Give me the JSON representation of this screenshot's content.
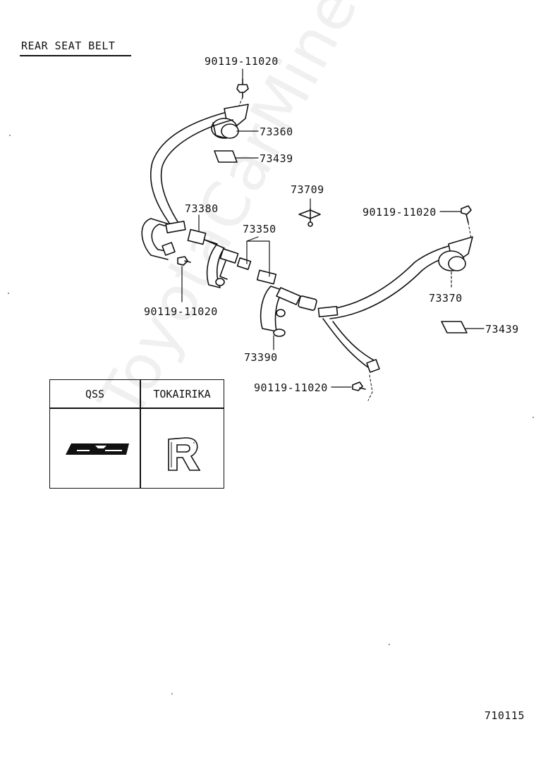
{
  "title": "REAR SEAT BELT",
  "watermark": "ToyotaCarMine.ru",
  "callouts": {
    "bolt_top": "90119-11020",
    "retractor_left": "73360",
    "pad_left": "73439",
    "clip": "73709",
    "bolt_right": "90119-11020",
    "belt_outer_left": "73380",
    "buckle_center": "73350",
    "bolt_left": "90119-11020",
    "retractor_right": "73370",
    "pad_right": "73439",
    "buckle_lower": "73390",
    "bolt_bottom": "90119-11020"
  },
  "legend": {
    "col1_header": "QSS",
    "col2_header": "TOKAIRIKA"
  },
  "page_number": "710115"
}
